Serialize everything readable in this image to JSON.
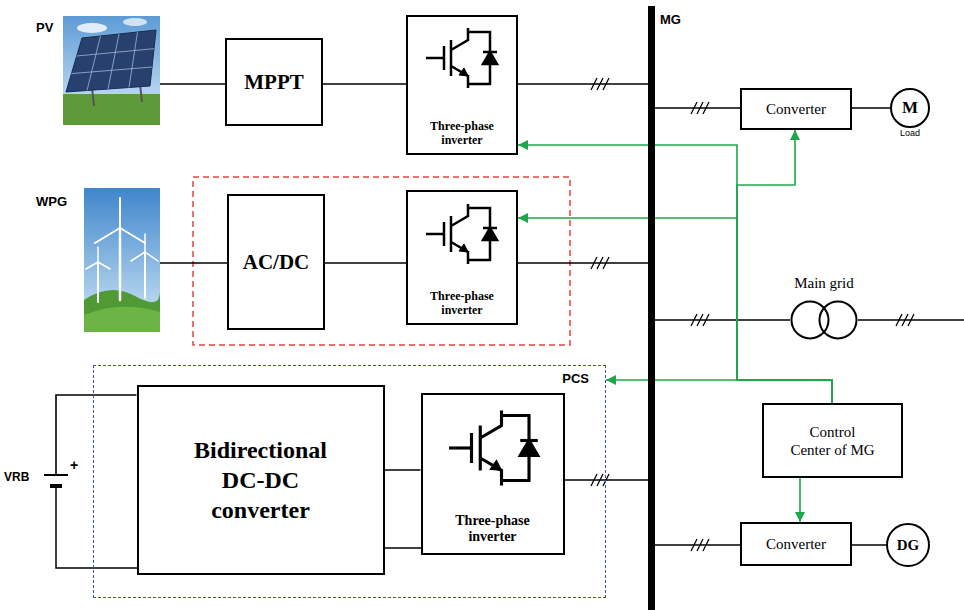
{
  "diagram": {
    "nodes": [
      {
        "text": [
          "PV"
        ]
      },
      {
        "text": [
          "MPPT"
        ]
      },
      {
        "text": [
          "Three-phase inverter"
        ]
      },
      {
        "text": [
          "MG"
        ]
      },
      {
        "text": [
          "Converter"
        ]
      },
      {
        "text": [
          "M",
          "Load"
        ]
      },
      {
        "text": [
          "WPG"
        ]
      },
      {
        "text": [
          "AC/DC"
        ]
      },
      {
        "text": [
          "Three-phase inverter"
        ]
      },
      {
        "text": [
          "Main grid"
        ]
      },
      {
        "text": [
          "PCS"
        ]
      },
      {
        "text": [
          "Bidirectional DC-DC converter"
        ],
        "in": 10
      },
      {
        "text": [
          "Three-phase inverter"
        ],
        "in": 10
      },
      {
        "text": [
          "VRB"
        ]
      },
      {
        "text": [
          "Control Center of MG"
        ]
      },
      {
        "text": [
          "Converter"
        ]
      },
      {
        "text": [
          "DG"
        ]
      }
    ],
    "edges": [
      {
        "from": 0,
        "to": 1,
        "arrow": "none"
      },
      {
        "from": 1,
        "to": 2,
        "arrow": "none"
      },
      {
        "from": 2,
        "to": 3,
        "arrow": "none"
      },
      {
        "from": 3,
        "to": 4,
        "arrow": "none"
      },
      {
        "from": 4,
        "to": 5,
        "arrow": "none"
      },
      {
        "from": 6,
        "to": 7,
        "arrow": "none"
      },
      {
        "from": 7,
        "to": 8,
        "arrow": "none"
      },
      {
        "from": 8,
        "to": 3,
        "arrow": "none"
      },
      {
        "from": 3,
        "to": 9,
        "arrow": "none"
      },
      {
        "from": 13,
        "to": 11,
        "arrow": "none"
      },
      {
        "from": 11,
        "to": 12,
        "arrow": "none"
      },
      {
        "from": 12,
        "to": 3,
        "arrow": "none"
      },
      {
        "from": 3,
        "to": 15,
        "arrow": "none"
      },
      {
        "from": 15,
        "to": 16,
        "arrow": "none"
      },
      {
        "from": 14,
        "to": 2,
        "arrow": "to"
      },
      {
        "from": 14,
        "to": 4,
        "arrow": "to"
      },
      {
        "from": 14,
        "to": 8,
        "arrow": "to"
      },
      {
        "from": 14,
        "to": 10,
        "arrow": "to"
      },
      {
        "from": 14,
        "to": 15,
        "arrow": "to"
      }
    ],
    "labels": [
      "+"
    ]
  }
}
